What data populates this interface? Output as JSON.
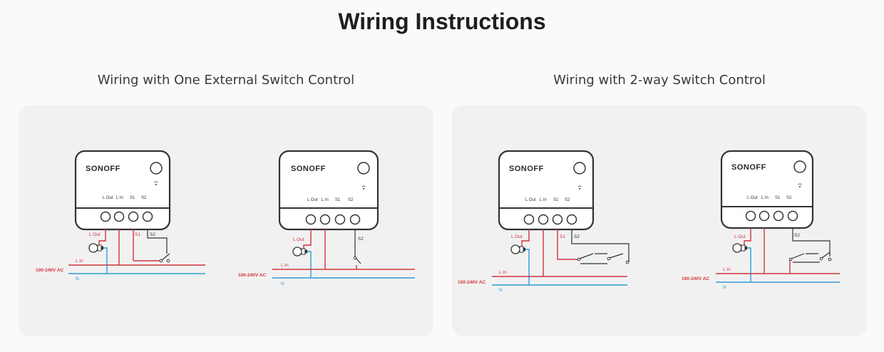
{
  "page": {
    "title": "Wiring Instructions"
  },
  "sections": [
    {
      "title": "Wiring with One External Switch Control",
      "diagrams": [
        {
          "brand": "SONOFF",
          "voltage": "100-240V AC",
          "l_in": "L In",
          "l_out": "L Out",
          "s1": "S1",
          "s2": "S2",
          "n": "N",
          "terminals": [
            "L Out",
            "L In",
            "S1",
            "S2"
          ]
        },
        {
          "brand": "SONOFF",
          "voltage": "100-240V AC",
          "l_in": "L In",
          "l_out": "L Out",
          "s2": "S2",
          "n": "N",
          "terminals": [
            "L Out",
            "L In",
            "S1",
            "S2"
          ]
        }
      ]
    },
    {
      "title": "Wiring with 2-way Switch Control",
      "diagrams": [
        {
          "brand": "SONOFF",
          "voltage": "100-240V AC",
          "l_in": "L In",
          "l_out": "L Out",
          "s1": "S1",
          "s2": "S2",
          "n": "N",
          "terminals": [
            "L Out",
            "L In",
            "S1",
            "S2"
          ]
        },
        {
          "brand": "SONOFF",
          "voltage": "100-240V AC",
          "l_in": "L In",
          "l_out": "L Out",
          "s2": "S2",
          "n": "N",
          "terminals": [
            "L Out",
            "L In",
            "S1",
            "S2"
          ]
        }
      ]
    }
  ],
  "colors": {
    "live": "#d0343d",
    "neutral": "#2d9cd6",
    "switch": "#333333"
  }
}
